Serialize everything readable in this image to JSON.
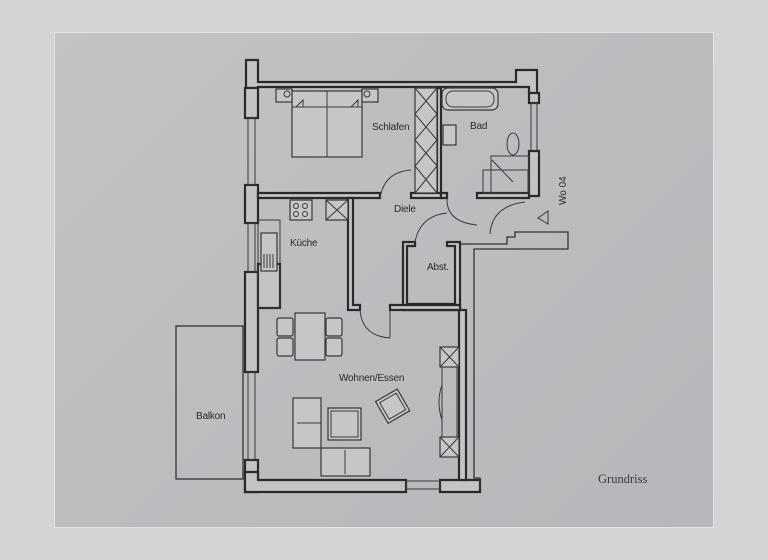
{
  "document": {
    "type": "floor plan",
    "title": "Grundriss",
    "unit_label": "Wo 04",
    "colors": {
      "background": "#d4d4d4",
      "paper": "#c0c0c3",
      "lines": "#2a2a2c"
    }
  },
  "rooms": [
    {
      "id": "schlafen",
      "label": "Schlafen",
      "furniture": [
        "double-bed",
        "two-nightstands",
        "wardrobe"
      ]
    },
    {
      "id": "bad",
      "label": "Bad",
      "furniture": [
        "bathtub",
        "sink",
        "toilet",
        "shower"
      ]
    },
    {
      "id": "diele",
      "label": "Diele",
      "furniture": []
    },
    {
      "id": "kueche",
      "label": "Küche",
      "furniture": [
        "stove",
        "sink",
        "cabinet"
      ]
    },
    {
      "id": "abst",
      "label": "Abst.",
      "furniture": []
    },
    {
      "id": "wohnen",
      "label": "Wohnen/Essen",
      "furniture": [
        "dining-table",
        "four-chairs",
        "armchair",
        "sofa",
        "coffee-table",
        "armchair-rotated",
        "shelving"
      ]
    },
    {
      "id": "balkon",
      "label": "Balkon",
      "furniture": []
    }
  ],
  "entrance": {
    "marker": "triangle",
    "label": "Wo 04"
  }
}
